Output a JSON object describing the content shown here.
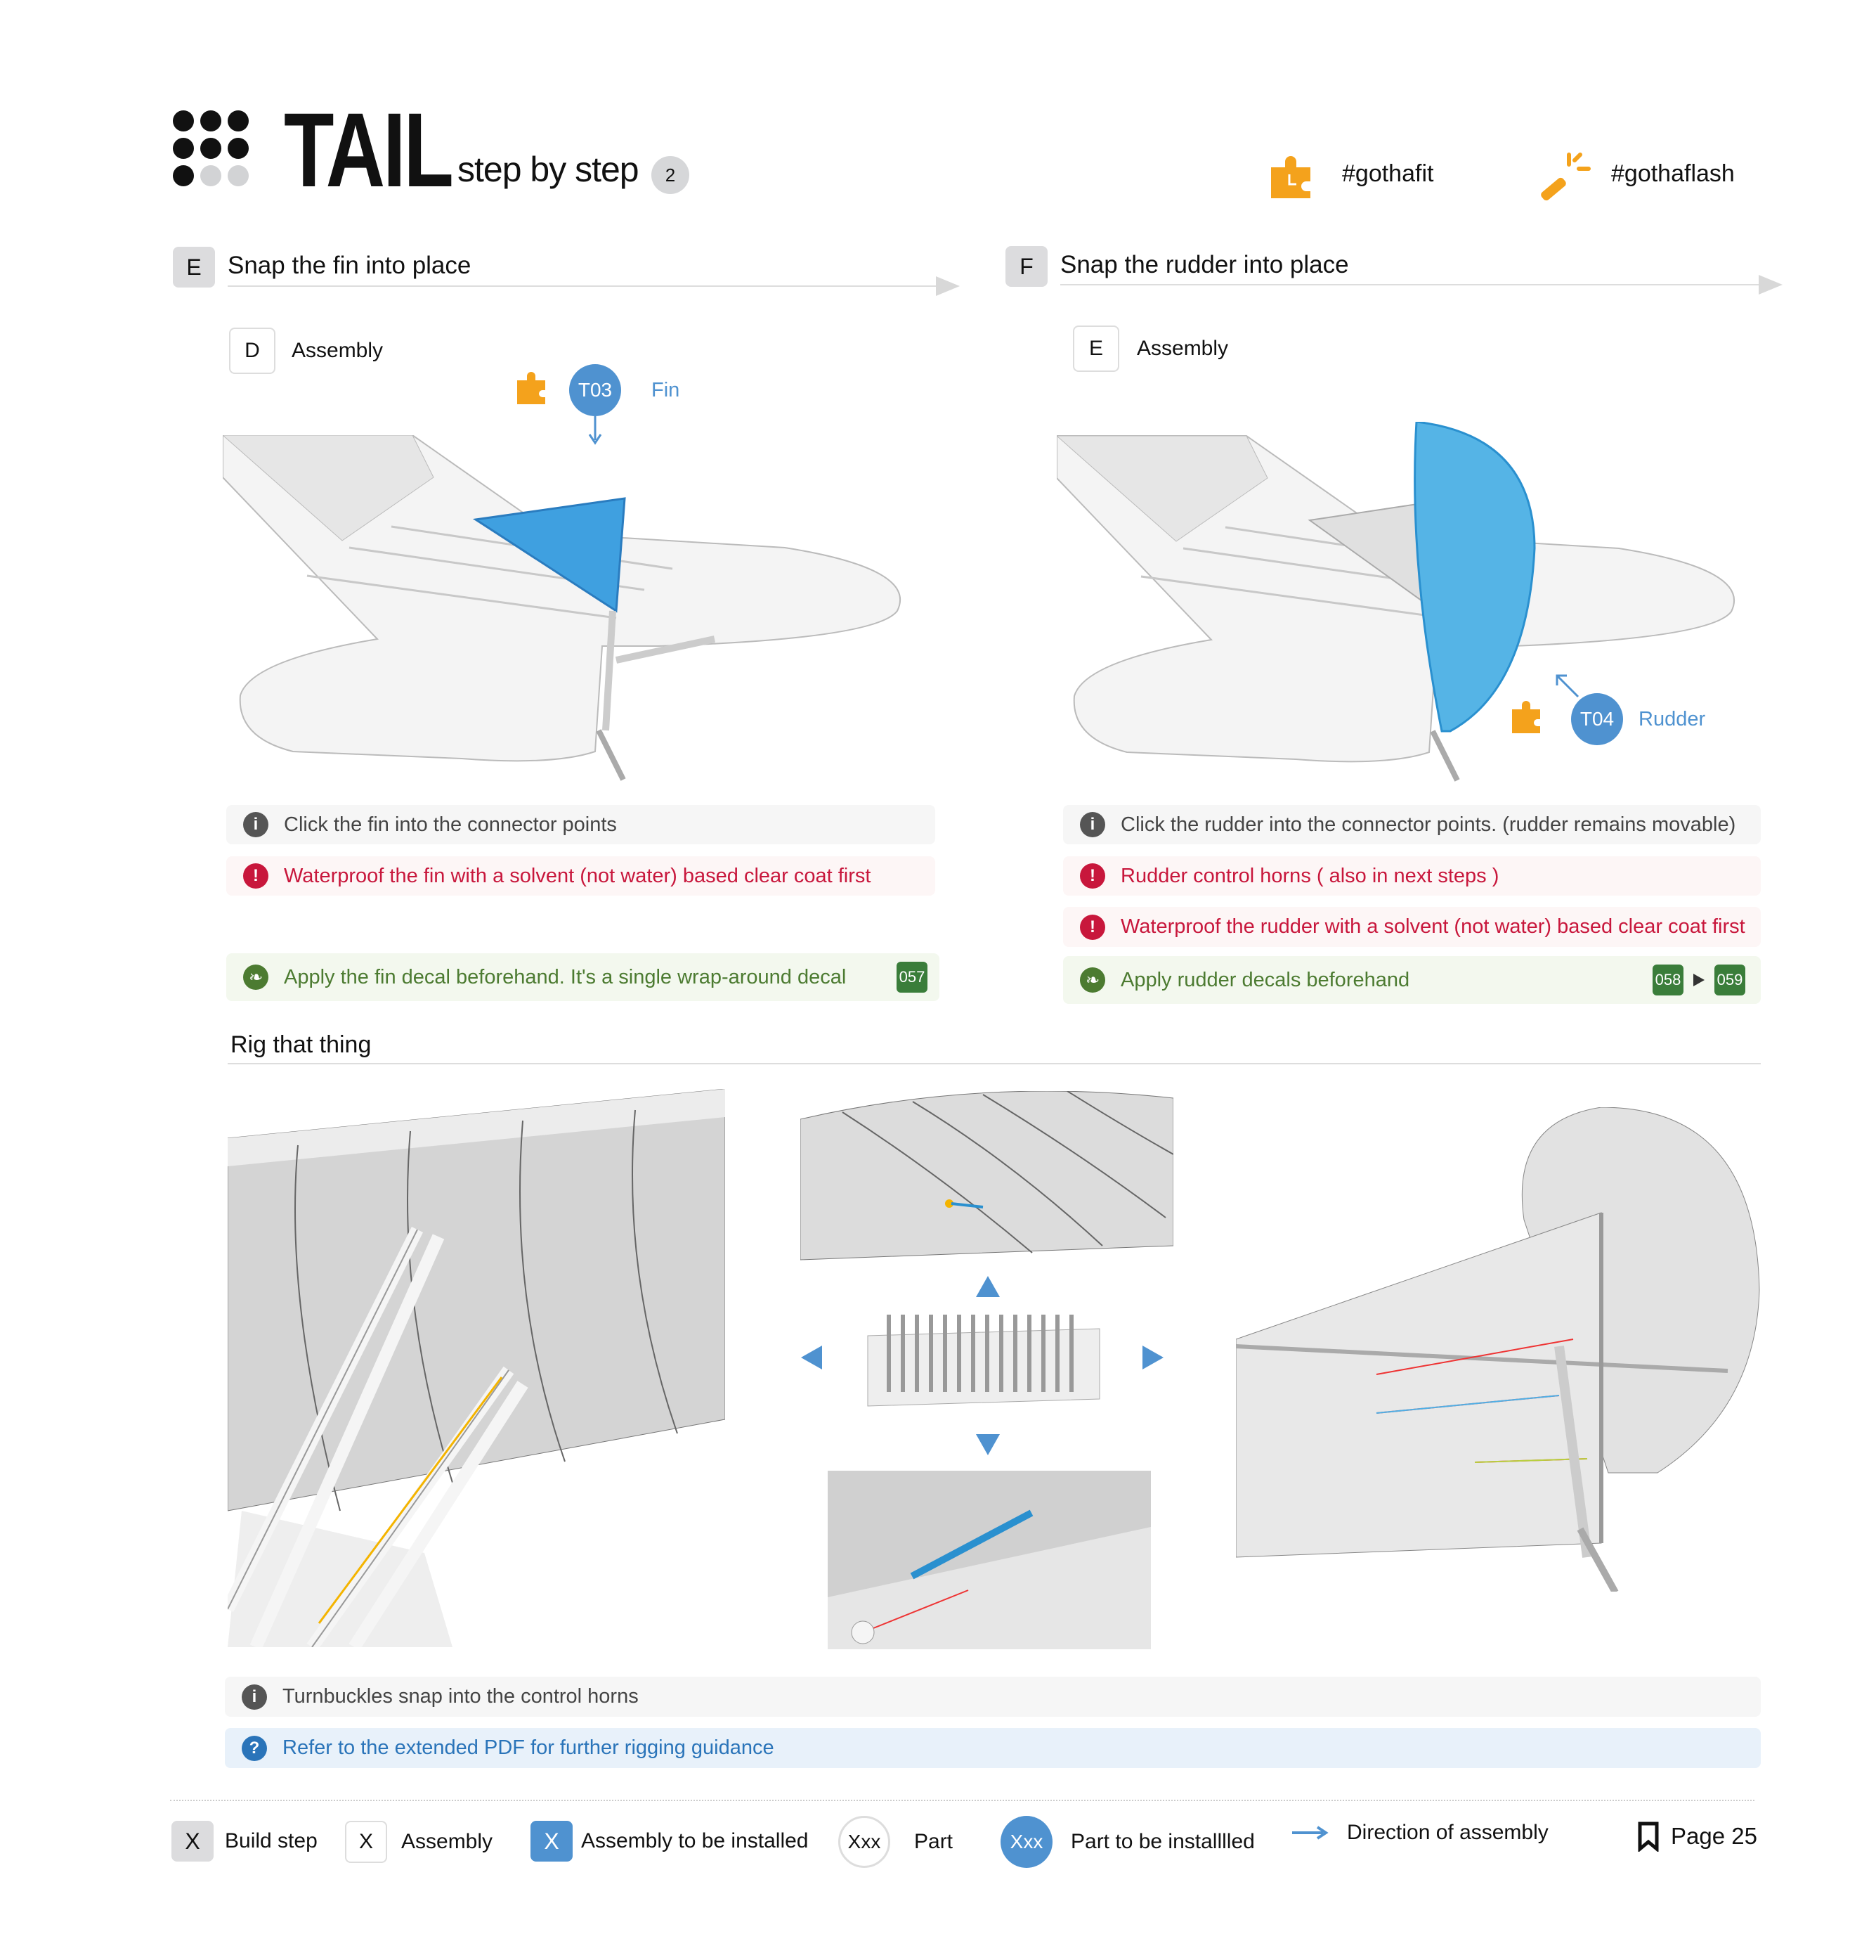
{
  "header": {
    "title": "TAIL",
    "subtitle": "step by step",
    "step_badge": "2",
    "hashtags": [
      {
        "icon": "puzzle-icon",
        "label": "#gothafit"
      },
      {
        "icon": "magic-wand-icon",
        "label": "#gothaflash"
      }
    ]
  },
  "sections": [
    {
      "letter": "E",
      "title": "Snap the fin into place",
      "assembly": {
        "letter": "D",
        "label": "Assembly"
      },
      "part": {
        "code": "T03",
        "name": "Fin"
      },
      "notes": [
        {
          "type": "info",
          "text": "Click the fin into the connector points"
        },
        {
          "type": "warning",
          "text": "Waterproof the fin with a solvent (not water) based clear coat first"
        },
        {
          "type": "tip",
          "text": "Apply the fin decal beforehand. It's a single wrap-around decal",
          "decals": [
            "057"
          ]
        }
      ]
    },
    {
      "letter": "F",
      "title": "Snap the rudder into place",
      "assembly": {
        "letter": "E",
        "label": "Assembly"
      },
      "part": {
        "code": "T04",
        "name": "Rudder"
      },
      "notes": [
        {
          "type": "info",
          "text": "Click the rudder into the connector points. (rudder remains movable)"
        },
        {
          "type": "warning",
          "text": "Rudder control horns ( also in next steps )"
        },
        {
          "type": "warning",
          "text": "Waterproof the rudder with a solvent (not water) based clear coat first"
        },
        {
          "type": "tip",
          "text": "Apply rudder decals beforehand",
          "decals": [
            "058",
            "059"
          ]
        }
      ]
    }
  ],
  "rig": {
    "title": "Rig that thing",
    "notes": [
      {
        "type": "info",
        "text": "Turnbuckles snap into the control horns"
      },
      {
        "type": "help",
        "text": "Refer to the extended PDF for further rigging guidance"
      }
    ]
  },
  "legend": [
    {
      "symbol": "X",
      "label": "Build step"
    },
    {
      "symbol": "X",
      "label": "Assembly"
    },
    {
      "symbol": "X",
      "label": "Assembly to be installed"
    },
    {
      "symbol": "Xxx",
      "label": "Part"
    },
    {
      "symbol": "Xxx",
      "label": "Part to be installlled"
    },
    {
      "symbol": "",
      "label": "Direction of assembly"
    }
  ],
  "page": "Page 25",
  "colors": {
    "accent_blue": "#4f92d0",
    "warning": "#c8173c",
    "tip": "#4c7b31",
    "orange": "#f4a21c"
  }
}
